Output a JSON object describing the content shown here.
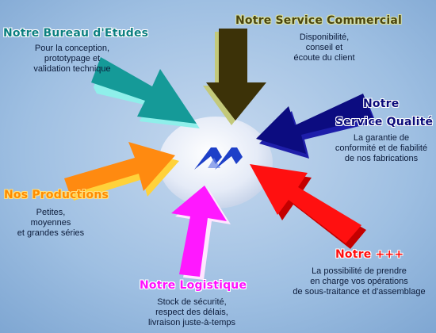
{
  "colors": {
    "background": "#8fb4d9",
    "hub": "#e9eef8",
    "bureau_etudes": "#159a98",
    "service_commercial": "#3c3208",
    "service_qualite": "#0c0c80",
    "productions": "#ff8a10",
    "logistique": "#ff18ff",
    "plus": "#ff1010"
  },
  "center": {
    "logo": "logo-icon"
  },
  "nodes": {
    "bureau_etudes": {
      "title": "Notre Bureau d'Etudes",
      "lines": [
        "Pour la conception,",
        "prototypage et",
        "validation technique"
      ]
    },
    "service_commercial": {
      "title": "Notre Service Commercial",
      "lines": [
        "Disponibilité,",
        "conseil et",
        "écoute du client"
      ]
    },
    "service_qualite": {
      "title_line1": "Notre",
      "title_line2": "Service Qualité",
      "lines": [
        "La garantie de",
        "conformité et de fiabilité",
        "de nos fabrications"
      ]
    },
    "productions": {
      "title": "Nos Productions",
      "lines": [
        "Petites,",
        "moyennes",
        "et grandes séries"
      ]
    },
    "plus": {
      "title": "Notre +++",
      "lines": [
        "La possibilité de prendre",
        "en charge vos opérations",
        "de sous-traitance et d'assemblage"
      ]
    },
    "logistique": {
      "title": "Notre Logistique",
      "lines": [
        "Stock de sécurité,",
        "respect des délais,",
        "livraison juste-à-temps"
      ]
    }
  }
}
